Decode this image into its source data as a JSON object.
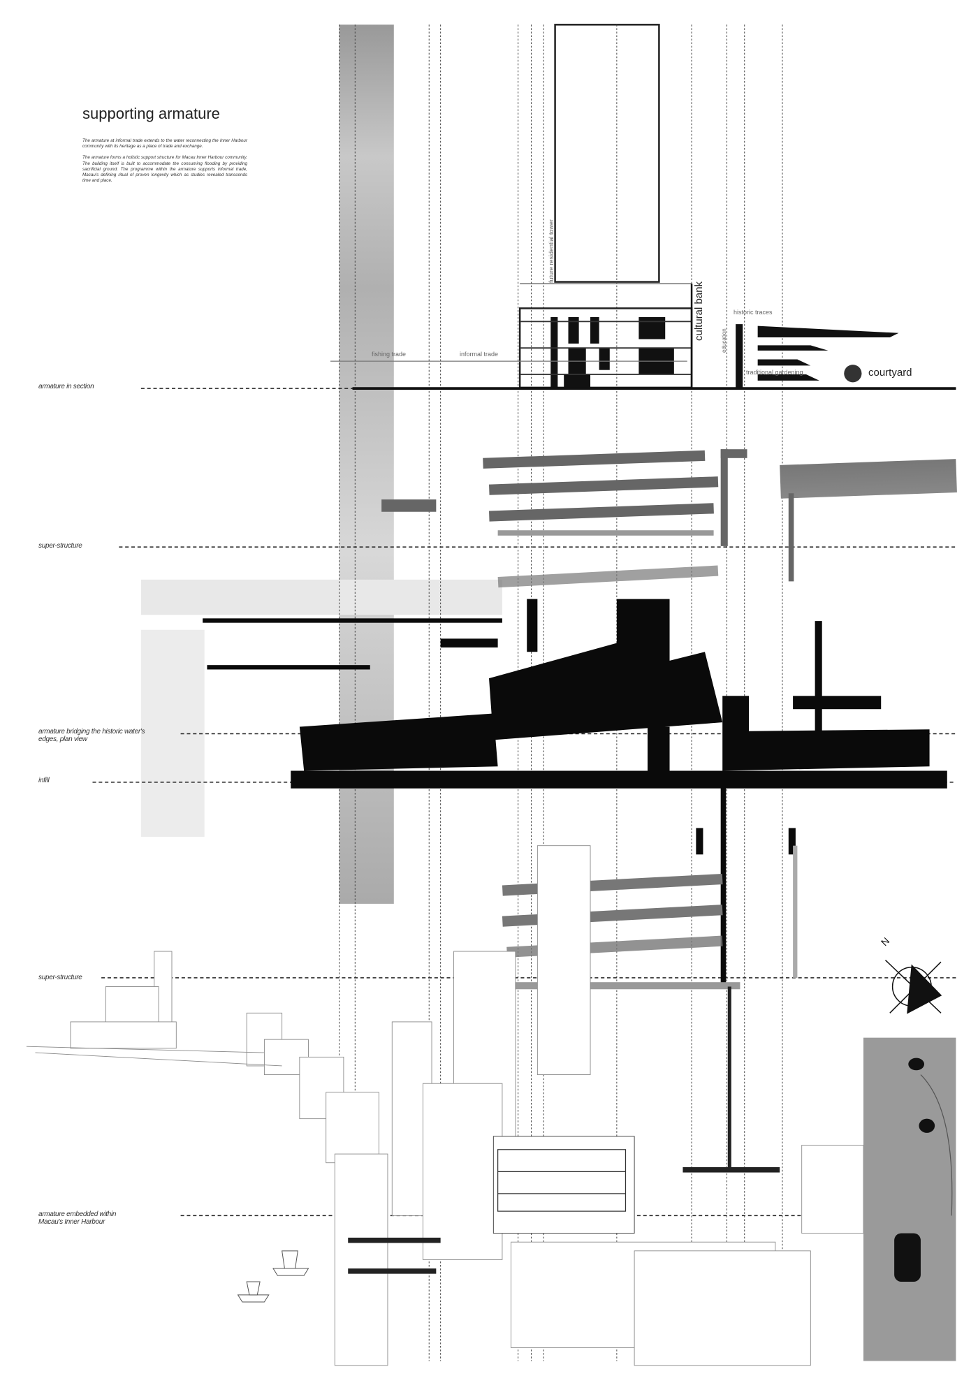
{
  "header": {
    "title": "supporting armature"
  },
  "description": [
    "The armature at informal trade extends to the water reconnecting the Inner Harbour community with its heritage as a place of trade and exchange.",
    "The armature forms a holistic support structure for Macau Inner Harbour community. The building itself is built to accommodate the consuming flooding by providing sacrificial ground. The programme within the armature supports informal trade, Macau's defining ritual of proven longevity which as studies revealed transcends time and place."
  ],
  "layer_labels": {
    "section": "armature in section",
    "super1": "super-structure",
    "bridging": "armature bridging the historic water's edges, plan view",
    "infill": "infill",
    "super2": "super-structure",
    "embedded": "armature embedded within Macau's Inner Harbour"
  },
  "section_labels": {
    "fishing": "fishing trade",
    "informal": "informal trade",
    "tower": "future residential tower",
    "cultural": "cultural bank",
    "education": "education",
    "historic": "historic traces",
    "gardening": "traditional gardening",
    "courtyard": "courtyard"
  },
  "compass": {
    "label": "N"
  }
}
